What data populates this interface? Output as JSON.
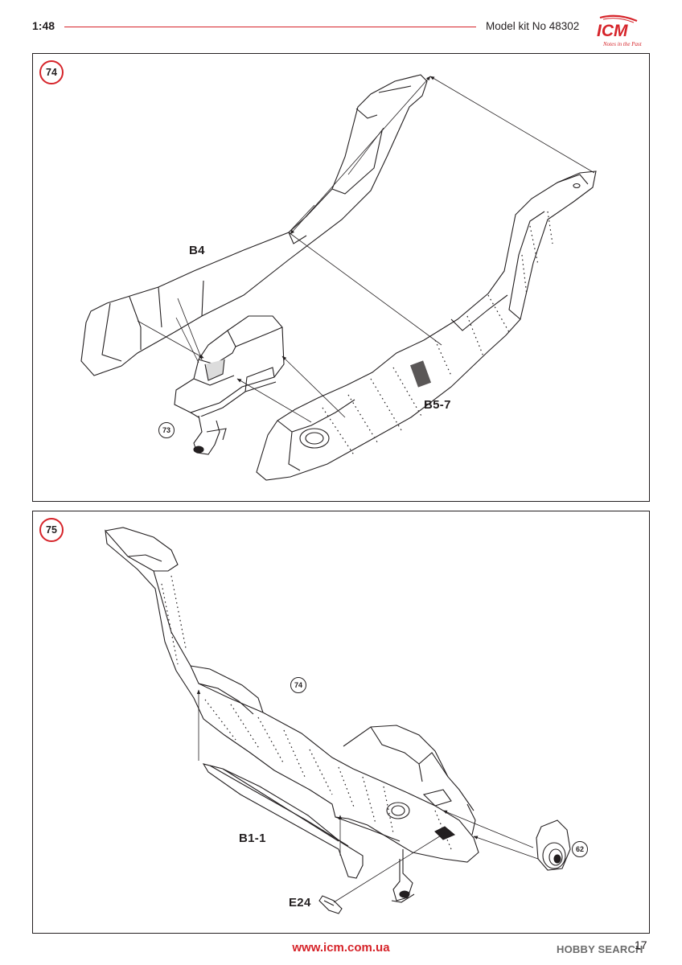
{
  "header": {
    "scale": "1:48",
    "kit_label": "Model kit No 48302",
    "logo_text": "ICM",
    "logo_tagline": "Notes in the Past"
  },
  "steps": [
    {
      "number": "74",
      "parts": [
        "B4",
        "B5-7"
      ],
      "references": [
        "73"
      ]
    },
    {
      "number": "75",
      "parts": [
        "B1-1",
        "E24"
      ],
      "references": [
        "74",
        "62"
      ]
    }
  ],
  "footer": {
    "url": "www.icm.com.ua",
    "page_number": "17",
    "watermark": "HOBBY SEARCH"
  },
  "colors": {
    "accent": "#d6242a",
    "ink": "#231f20"
  }
}
